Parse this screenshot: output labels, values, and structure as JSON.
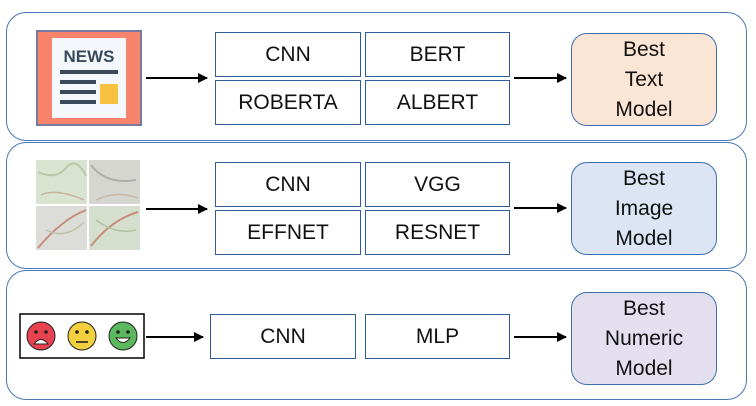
{
  "rows": [
    {
      "models": [
        "CNN",
        "BERT",
        "ROBERTA",
        "ALBERT"
      ],
      "best": [
        "Best",
        "Text",
        "Model"
      ],
      "best_color": "#fbe6d6",
      "icon": "news-icon",
      "icon_text": "NEWS"
    },
    {
      "models": [
        "CNN",
        "VGG",
        "EFFNET",
        "RESNET"
      ],
      "best": [
        "Best",
        "Image",
        "Model"
      ],
      "best_color": "#dbe5f3",
      "icon": "satellite-map-icon"
    },
    {
      "models": [
        "CNN",
        "MLP"
      ],
      "best": [
        "Best",
        "Numeric",
        "Model"
      ],
      "best_color": "#e3dfee",
      "icon": "emoji-faces-icon"
    }
  ],
  "colors": {
    "panel_border": "#4a78b5",
    "box_border": "#2e5d9a",
    "arrow": "#000000",
    "news_bg": "#f7836c",
    "face_red": "#e8414f",
    "face_yellow": "#f4d03f",
    "face_green": "#5cb85c"
  }
}
